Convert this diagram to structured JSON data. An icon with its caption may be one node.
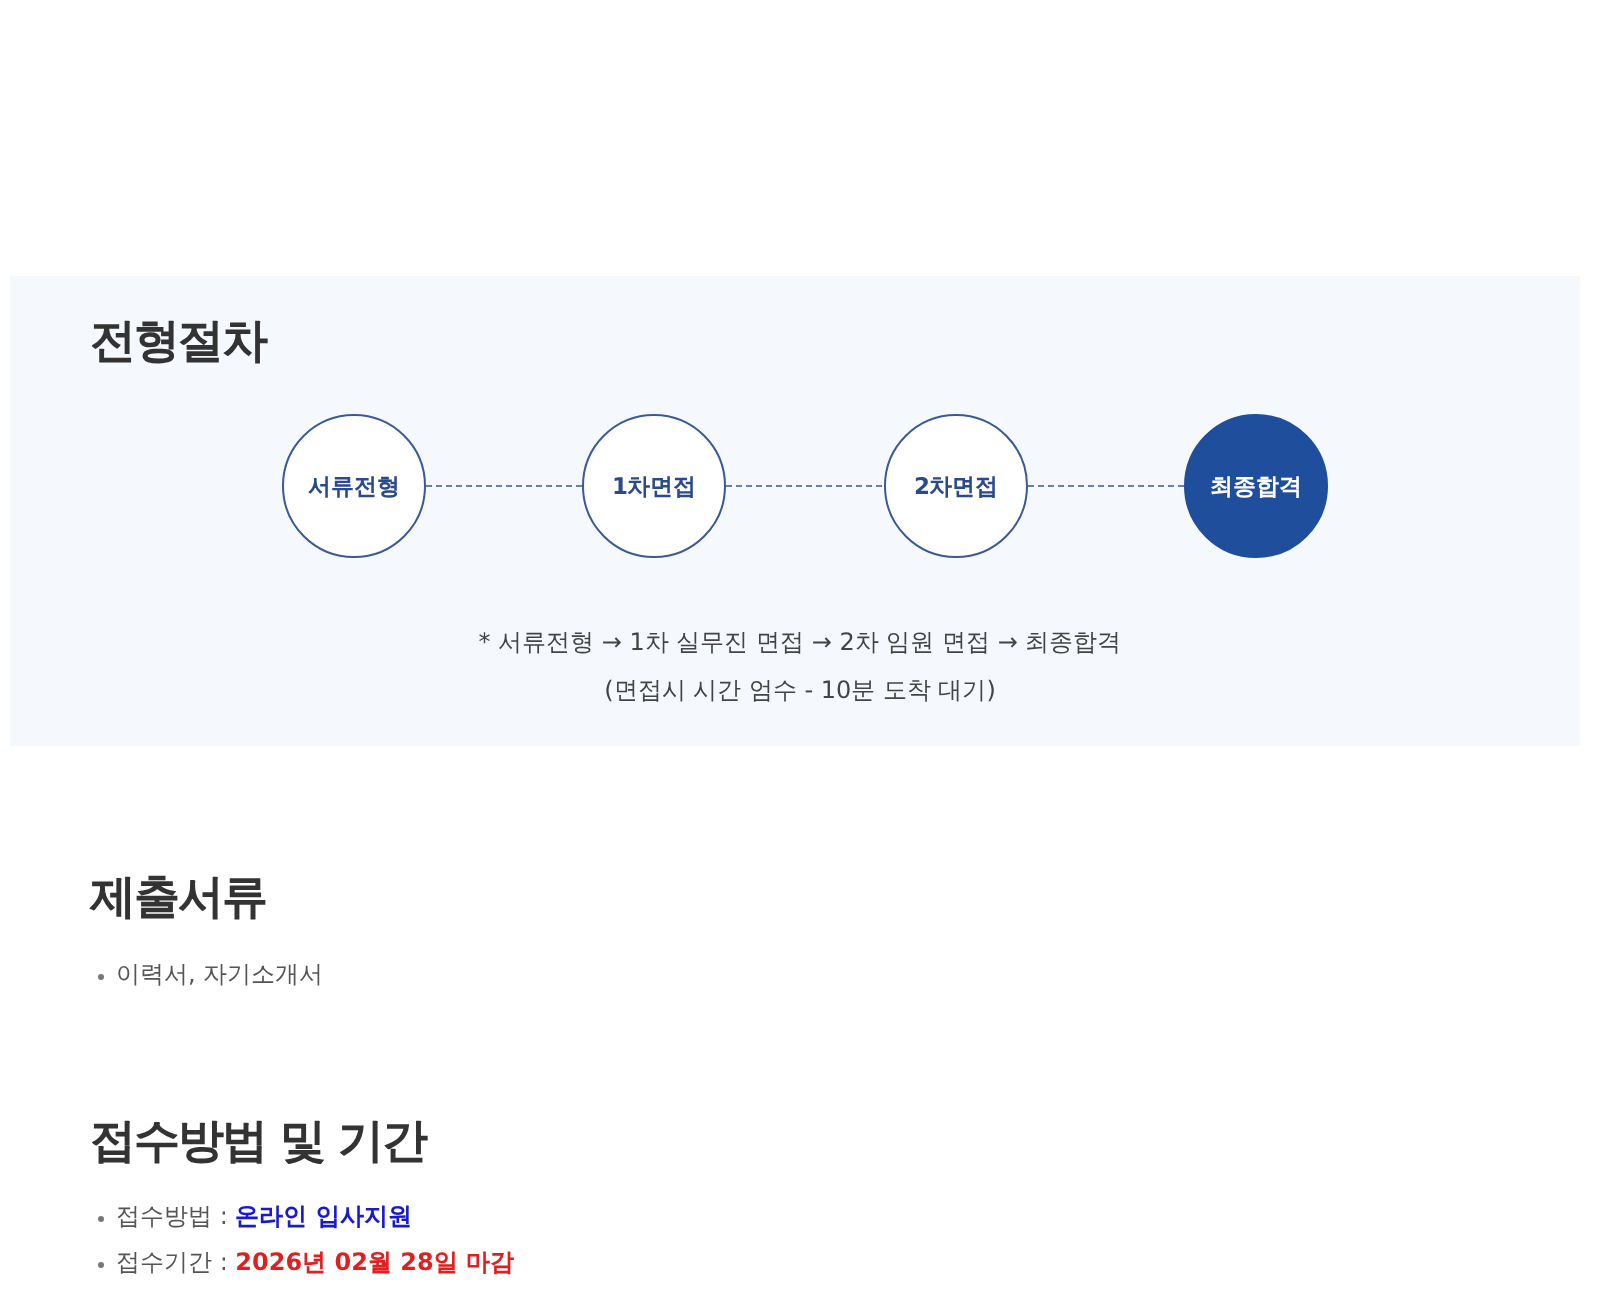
{
  "diagram": {
    "nodes": [
      {
        "text": [
          "전형절차",
          "* 서류전형 → 1차 실무진 면접 → 2차 임원 면접 → 최종합격",
          "(면접시 시간 엄수 - 10분 도착 대기)"
        ]
      },
      {
        "text": [
          "서류전형"
        ],
        "in": 0
      },
      {
        "text": [
          "1차면접"
        ],
        "in": 0
      },
      {
        "text": [
          "2차면접"
        ],
        "in": 0
      },
      {
        "text": [
          "최종합격"
        ],
        "in": 0
      }
    ],
    "edges": [
      {
        "from": 1,
        "to": 2,
        "arrow": "none",
        "style": "dashed"
      },
      {
        "from": 2,
        "to": 3,
        "arrow": "none",
        "style": "dashed"
      },
      {
        "from": 3,
        "to": 4,
        "arrow": "none",
        "style": "dashed"
      }
    ],
    "labels": [
      "제출서류",
      "이력서, 자기소개서",
      "접수방법 및 기간",
      "접수방법 : **온라인 입사지원**",
      "접수기간 : **2026년 02월 28일 마감**"
    ]
  }
}
